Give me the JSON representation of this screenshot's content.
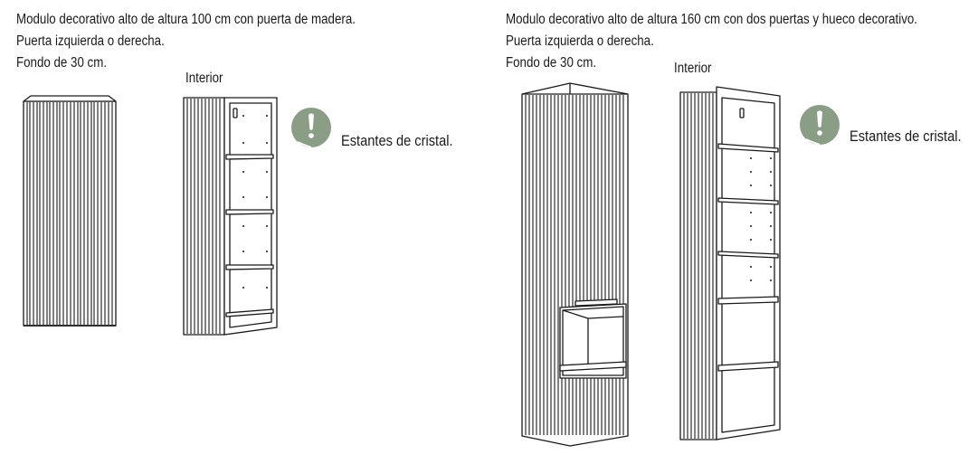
{
  "left": {
    "description": [
      "Modulo decorativo alto de altura 100 cm con puerta de madera.",
      "Puerta izquierda o derecha.",
      "Fondo de 30 cm."
    ],
    "interior_label": "Interior",
    "note": "Estantes de cristal."
  },
  "right": {
    "description": [
      "Modulo decorativo alto de altura 160 cm con dos puertas y hueco decorativo.",
      "Puerta izquierda o derecha.",
      "Fondo de 30 cm."
    ],
    "interior_label": "Interior",
    "note": "Estantes de cristal."
  },
  "colors": {
    "badge": "#8a9e86",
    "line": "#1a1a1a"
  },
  "icons": {
    "note_badge": "exclamation-badge-icon"
  }
}
